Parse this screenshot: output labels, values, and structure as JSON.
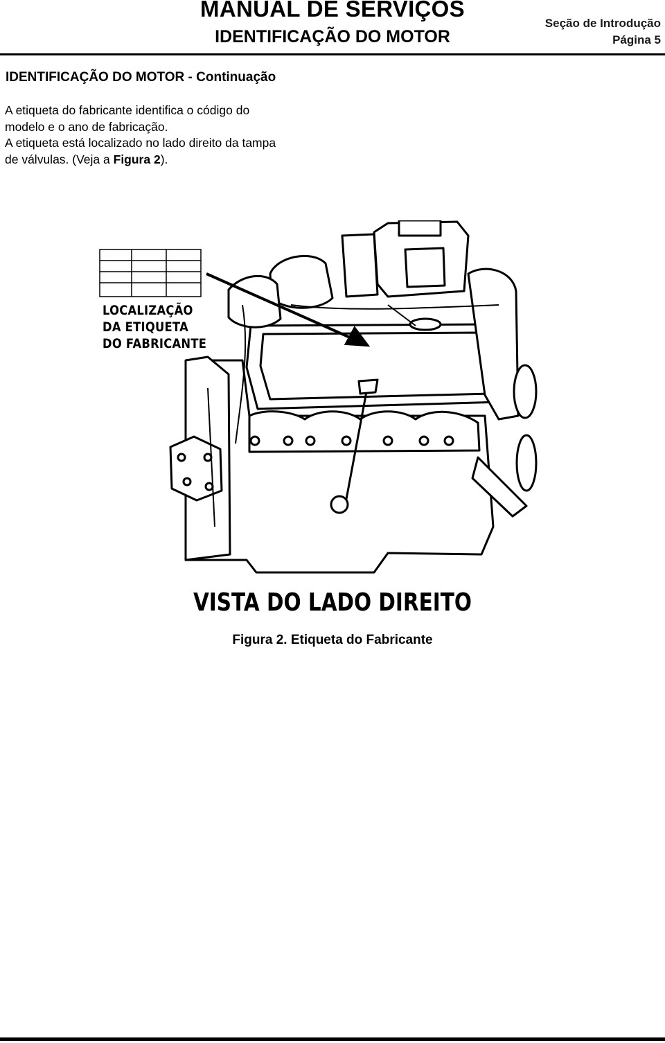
{
  "header": {
    "title": "MANUAL DE SERVIÇOS",
    "subtitle": "IDENTIFICAÇÃO DO MOTOR",
    "section": "Seção de Introdução",
    "page": "Página 5"
  },
  "section_heading": "IDENTIFICAÇÃO DO MOTOR - Continuação",
  "body": {
    "line1": "A etiqueta do fabricante identifica o código do",
    "line2": "modelo e o ano de fabricação.",
    "line3": "A etiqueta está localizado no lado direito da tampa",
    "line4_pre": "de válvulas. (Veja a ",
    "line4_ref": "Figura 2",
    "line4_post": ")."
  },
  "figure": {
    "label_lines": [
      "LOCALIZAÇÃO",
      "DA ETIQUETA",
      "DO FABRICANTE"
    ],
    "view_title": "VISTA DO LADO DIREITO",
    "caption": "Figura 2. Etiqueta do Fabricante"
  }
}
